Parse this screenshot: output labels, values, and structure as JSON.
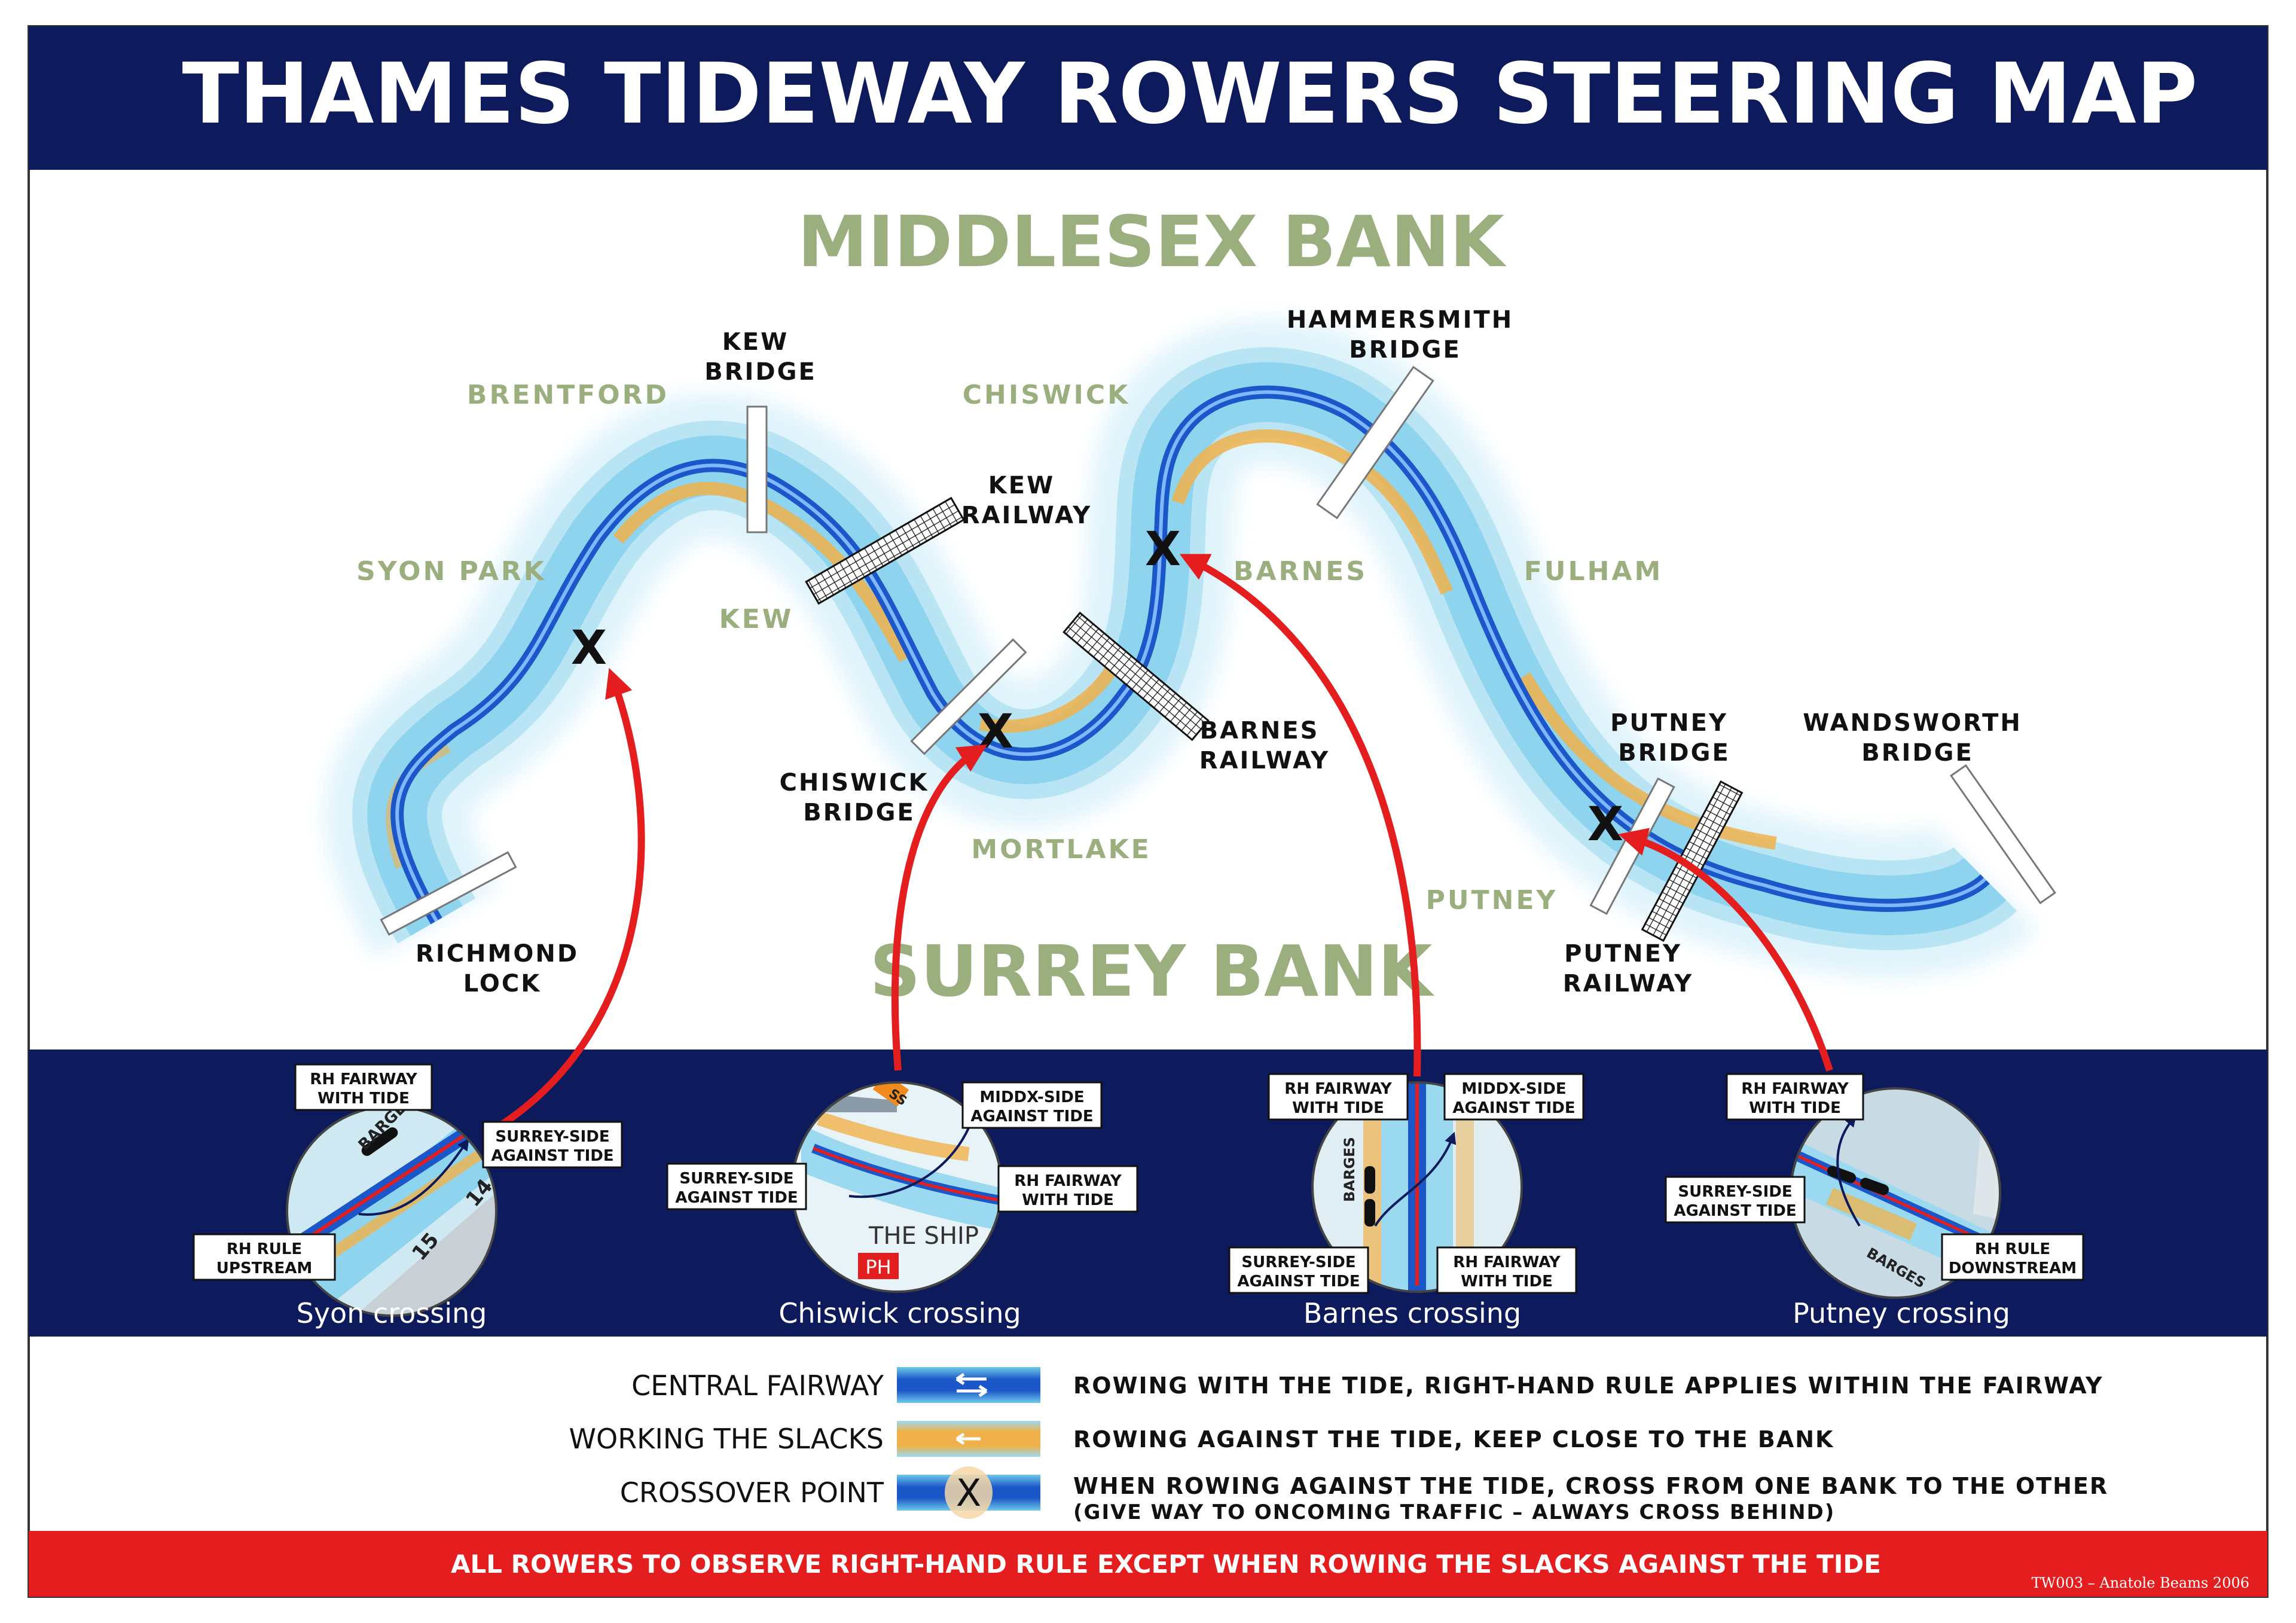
{
  "header": {
    "title": "THAMES TIDEWAY ROWERS STEERING MAP"
  },
  "banks": {
    "north": "MIDDLESEX BANK",
    "south": "SURREY BANK"
  },
  "areas": {
    "brentford": "BRENTFORD",
    "syon_park": "SYON PARK",
    "kew": "KEW",
    "chiswick": "CHISWICK",
    "barnes": "BARNES",
    "fulham": "FULHAM",
    "mortlake": "MORTLAKE",
    "putney": "PUTNEY"
  },
  "bridges": {
    "kew_bridge": [
      "KEW",
      "BRIDGE"
    ],
    "kew_railway": [
      "KEW",
      "RAILWAY"
    ],
    "hammersmith_bridge": [
      "HAMMERSMITH",
      "BRIDGE"
    ],
    "chiswick_bridge": [
      "CHISWICK",
      "BRIDGE"
    ],
    "barnes_railway": [
      "BARNES",
      "RAILWAY"
    ],
    "putney_bridge": [
      "PUTNEY",
      "BRIDGE"
    ],
    "wandsworth_bridge": [
      "WANDSWORTH",
      "BRIDGE"
    ],
    "richmond_lock": [
      "RICHMOND",
      "LOCK"
    ],
    "putney_railway": [
      "PUTNEY",
      "RAILWAY"
    ]
  },
  "crossover_mark": "X",
  "crossings": {
    "syon": {
      "caption": "Syon crossing",
      "labels": {
        "rh_fairway": [
          "RH FAIRWAY",
          "WITH TIDE"
        ],
        "surrey_side": [
          "SURREY-SIDE",
          "AGAINST TIDE"
        ],
        "rh_rule": [
          "RH RULE",
          "UPSTREAM"
        ]
      },
      "barge": "BARGE",
      "pier_numbers": [
        "14",
        "15"
      ]
    },
    "chiswick": {
      "caption": "Chiswick crossing",
      "labels": {
        "middx_side": [
          "MIDDX-SIDE",
          "AGAINST TIDE"
        ],
        "surrey_side": [
          "SURREY-SIDE",
          "AGAINST TIDE"
        ],
        "rh_fairway": [
          "RH FAIRWAY",
          "WITH TIDE"
        ]
      },
      "ship": "THE SHIP",
      "ph": "PH",
      "ss": "SS"
    },
    "barnes": {
      "caption": "Barnes crossing",
      "labels": {
        "rh_fairway": [
          "RH FAIRWAY",
          "WITH TIDE"
        ],
        "middx_side": [
          "MIDDX-SIDE",
          "AGAINST TIDE"
        ],
        "surrey_side": [
          "SURREY-SIDE",
          "AGAINST TIDE"
        ],
        "rh_fairway_2": [
          "RH FAIRWAY",
          "WITH TIDE"
        ]
      },
      "barges": "BARGES"
    },
    "putney": {
      "caption": "Putney crossing",
      "labels": {
        "rh_fairway": [
          "RH FAIRWAY",
          "WITH TIDE"
        ],
        "surrey_side": [
          "SURREY-SIDE",
          "AGAINST TIDE"
        ],
        "rh_rule": [
          "RH RULE",
          "DOWNSTREAM"
        ]
      },
      "barges": "BARGES"
    }
  },
  "legend": [
    {
      "label": "CENTRAL FAIRWAY",
      "description": [
        "ROWING WITH THE TIDE, RIGHT-HAND RULE APPLIES WITHIN THE FAIRWAY"
      ]
    },
    {
      "label": "WORKING THE SLACKS",
      "description": [
        "ROWING AGAINST THE TIDE, KEEP CLOSE TO THE BANK"
      ]
    },
    {
      "label": "CROSSOVER POINT",
      "description": [
        "WHEN ROWING AGAINST THE TIDE, CROSS FROM ONE BANK TO THE OTHER",
        "(GIVE WAY TO ONCOMING TRAFFIC – ALWAYS CROSS BEHIND)"
      ]
    }
  ],
  "footer": {
    "rule": "ALL ROWERS TO OBSERVE RIGHT-HAND RULE EXCEPT WHEN ROWING THE SLACKS AGAINST THE TIDE",
    "credit": "TW003 – Anatole Beams 2006"
  },
  "colors": {
    "navy": "#0d1a5c",
    "river_outer": "#b8e4f4",
    "river_mid": "#6ec8ea",
    "fairway": "#1b57c8",
    "slack": "#f0b14a",
    "red": "#e41e1e",
    "green_text": "#9aae7e"
  }
}
